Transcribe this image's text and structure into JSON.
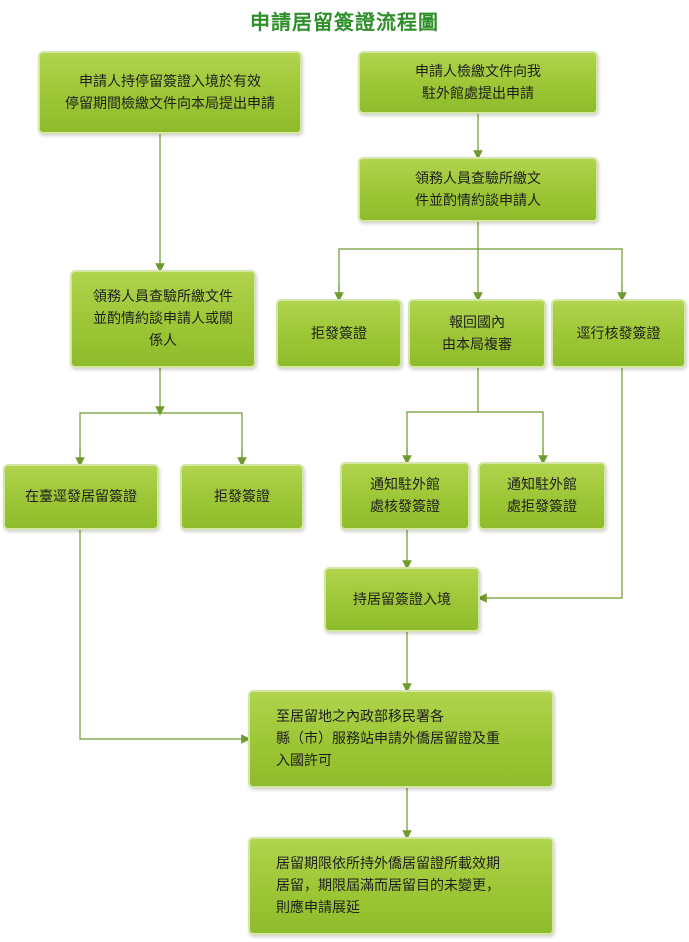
{
  "title": "申請居留簽證流程圖",
  "colors": {
    "title": "#2f8f2b",
    "box_fill": "#9cc635",
    "box_border": "#d3e6a6",
    "connector": "#6f9a2e"
  },
  "nodes": {
    "apply_in_taiwan": "申請人持停留簽證入境於有效\n停留期間檢繳文件向本局提出申請",
    "apply_abroad": "申請人檢繳文件向我\n駐外館處提出申請",
    "consular_review_abroad": "領務人員查驗所繳文\n件並酌情約談申請人",
    "consular_review_taiwan": "領務人員查驗所繳文件\n並酌情約談申請人或關\n係人",
    "reject_abroad": "拒發簽證",
    "report_back": "報回國內\n由本局複審",
    "issue_directly": "逕行核發簽證",
    "issue_in_taiwan": "在臺逕發居留簽證",
    "reject_taiwan": "拒發簽證",
    "notify_issue": "通知駐外館\n處核發簽證",
    "notify_reject": "通知駐外館\n處拒發簽證",
    "enter_with_visa": "持居留簽證入境",
    "apply_arc": "至居留地之內政部移民署各\n縣（市）服務站申請外僑居留證及重\n入國許可",
    "extend_stay": "居留期限依所持外僑居留證所載效期\n居留，期限屆滿而居留目的未變更，\n則應申請展延"
  }
}
